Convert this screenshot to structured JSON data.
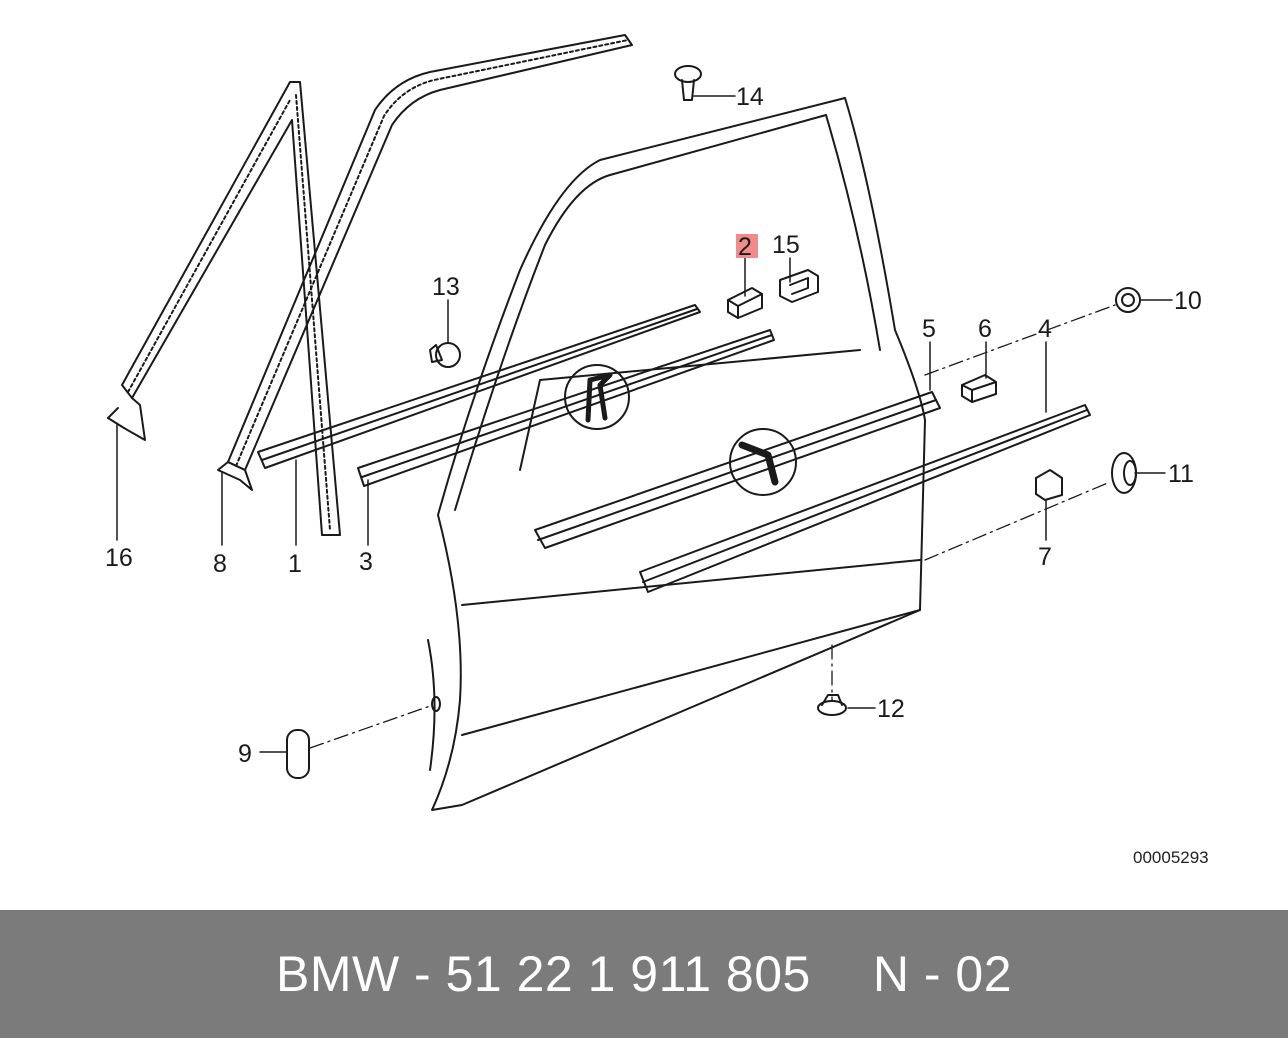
{
  "diagram": {
    "drawing_number": "00005293",
    "highlighted_part": "2",
    "callouts": [
      "1",
      "2",
      "3",
      "4",
      "5",
      "6",
      "7",
      "8",
      "9",
      "10",
      "11",
      "12",
      "13",
      "14",
      "15",
      "16"
    ]
  },
  "footer": {
    "part_reference": "BMW - 51 22 1 911 805",
    "position_code": "N - 02"
  },
  "colors": {
    "footer_background": "#7b7b7b",
    "footer_text": "#ffffff",
    "highlight": "#f28b8b",
    "line_art": "#1a1a1a"
  }
}
